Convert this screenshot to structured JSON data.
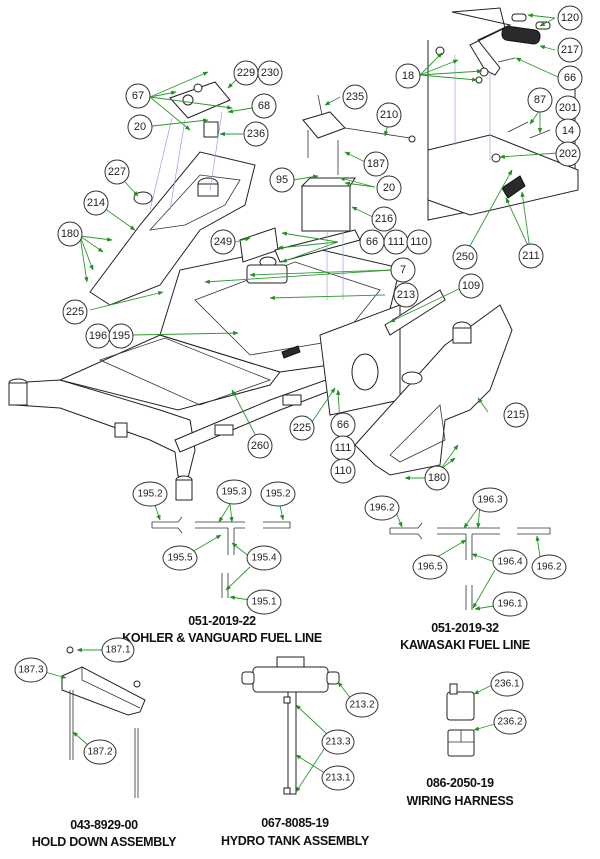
{
  "diagram": {
    "type": "exploded-parts-diagram",
    "callouts": {
      "c67": "67",
      "c229": "229",
      "c230": "230",
      "c68": "68",
      "c20a": "20",
      "c236": "236",
      "c227": "227",
      "c214": "214",
      "c180a": "180",
      "c225a": "225",
      "c196": "196",
      "c195": "195",
      "c260": "260",
      "c235": "235",
      "c210": "210",
      "c187": "187",
      "c95": "95",
      "c20b": "20",
      "c216": "216",
      "c249": "249",
      "c66a": "66",
      "c111a": "111",
      "c110a": "110",
      "c7": "7",
      "c213": "213",
      "c109": "109",
      "c120": "120",
      "c217": "217",
      "c18": "18",
      "c66b": "66",
      "c87": "87",
      "c201": "201",
      "c14": "14",
      "c202": "202",
      "c250": "250",
      "c211": "211",
      "c225b": "225",
      "c66c": "66",
      "c111b": "111",
      "c110b": "110",
      "c215": "215",
      "c180b": "180"
    },
    "subassemblies": [
      {
        "part_number": "051-2019-22",
        "title": "KOHLER & VANGUARD FUEL LINE",
        "callouts": [
          "195.2",
          "195.3",
          "195.2",
          "195.5",
          "195.4",
          "195.1"
        ]
      },
      {
        "part_number": "051-2019-32",
        "title": "KAWASAKI FUEL LINE",
        "callouts": [
          "196.2",
          "196.3",
          "196.5",
          "196.4",
          "196.2",
          "196.1"
        ]
      },
      {
        "part_number": "043-8929-00",
        "title": "HOLD DOWN ASSEMBLY",
        "callouts": [
          "187.1",
          "187.3",
          "187.2"
        ]
      },
      {
        "part_number": "067-8085-19",
        "title": "HYDRO TANK ASSEMBLY",
        "callouts": [
          "213.2",
          "213.3",
          "213.1"
        ]
      },
      {
        "part_number": "086-2050-19",
        "title": "WIRING HARNESS",
        "callouts": [
          "236.1",
          "236.2"
        ]
      }
    ]
  }
}
